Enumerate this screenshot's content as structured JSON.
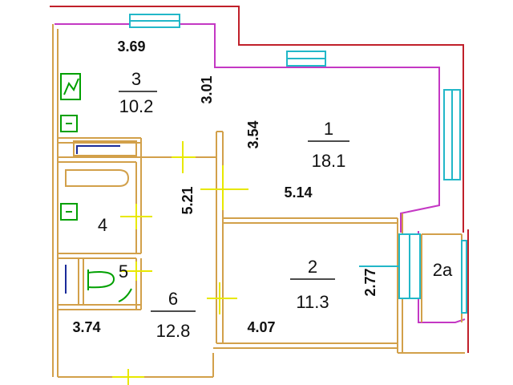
{
  "colors": {
    "wall": "#d2a04a",
    "outer_red": "#c0202a",
    "outer_magenta": "#c438c4",
    "window": "#22b7c8",
    "door_marker": "#e8e800",
    "fixture": "#00a000",
    "bath_blue": "#1a2b9a"
  },
  "rooms": [
    {
      "id": "3",
      "number": "3",
      "area": "10.2"
    },
    {
      "id": "1",
      "number": "1",
      "area": "18.1"
    },
    {
      "id": "2",
      "number": "2",
      "area": "11.3"
    },
    {
      "id": "2a",
      "number": "2a",
      "area": ""
    },
    {
      "id": "4",
      "number": "4",
      "area": ""
    },
    {
      "id": "5",
      "number": "5",
      "area": ""
    },
    {
      "id": "6",
      "number": "6",
      "area": "12.8"
    }
  ],
  "dimensions": {
    "top_width": "3.69",
    "room3_depth": "3.01",
    "room1_depth": "3.54",
    "room1_width": "5.14",
    "corridor_len": "5.21",
    "room2_depth": "2.77",
    "room2_width": "4.07",
    "hall_width": "3.74"
  }
}
